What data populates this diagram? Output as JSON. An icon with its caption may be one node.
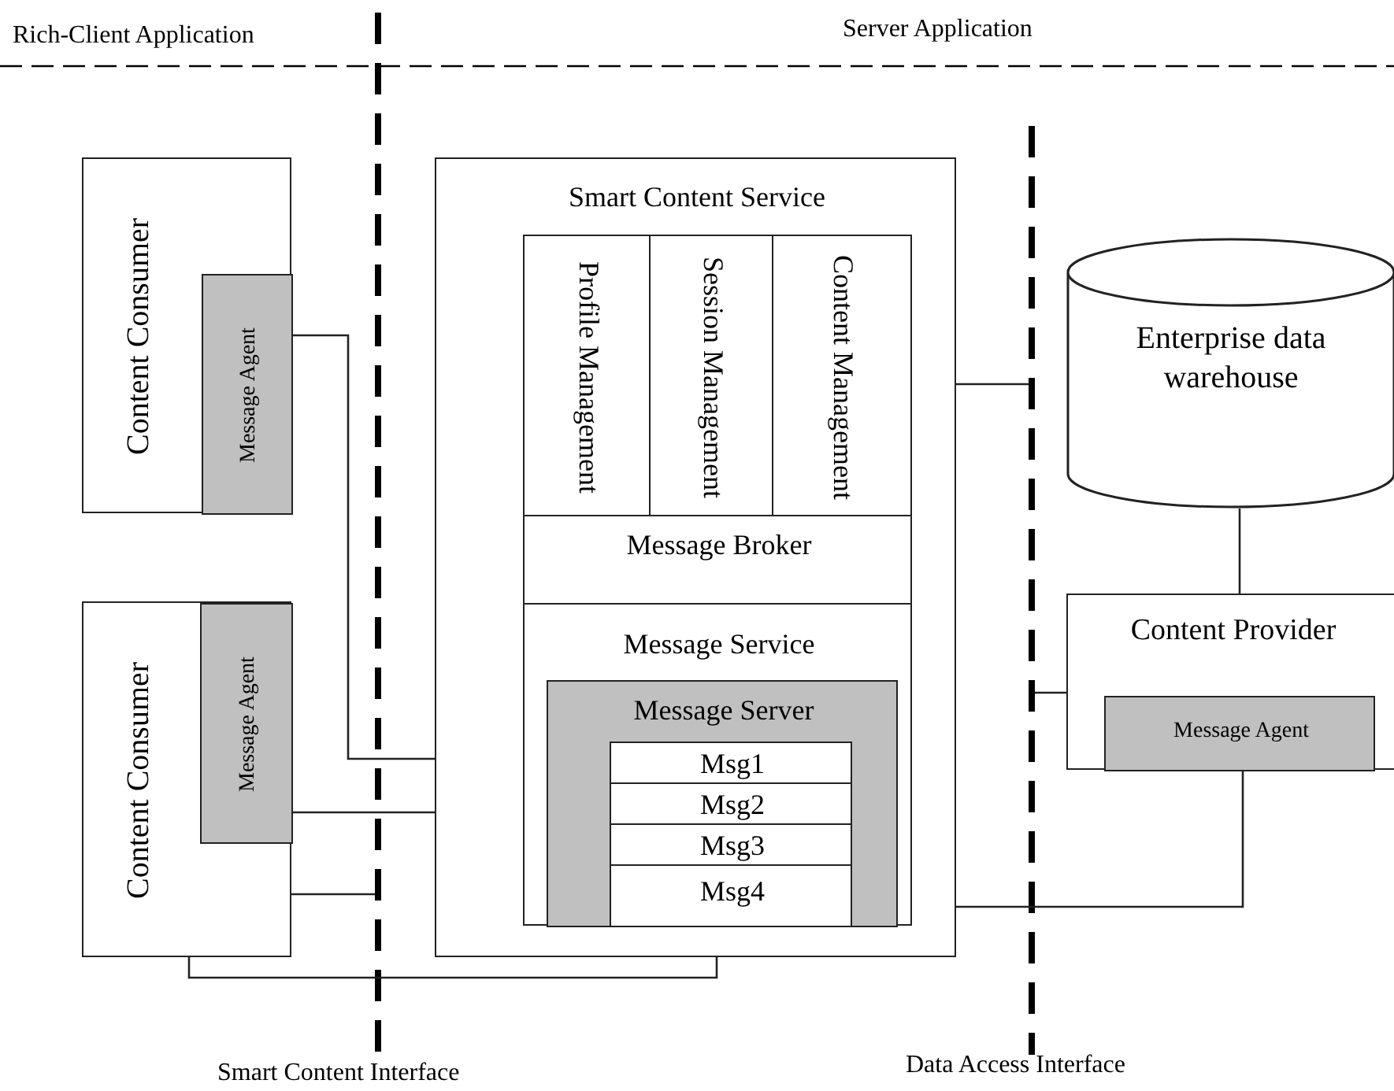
{
  "diagram": {
    "nodes": [
      {
        "text": [
          "Content Consumer"
        ]
      },
      {
        "text": [
          "Message Agent"
        ],
        "in": 0
      },
      {
        "text": [
          "Content Consumer"
        ]
      },
      {
        "text": [
          "Message Agent"
        ],
        "in": 2
      },
      {
        "text": [
          "Smart Content Service"
        ]
      },
      {
        "text": [
          "Profile Management"
        ],
        "in": 4
      },
      {
        "text": [
          "Session Management"
        ],
        "in": 4
      },
      {
        "text": [
          "Content Management"
        ],
        "in": 4
      },
      {
        "text": [
          "Message Broker"
        ],
        "in": 4
      },
      {
        "text": [
          "Message Service"
        ],
        "in": 4
      },
      {
        "text": [
          "Message Server"
        ],
        "in": 9
      },
      {
        "text": [
          "Msg1"
        ],
        "in": 10
      },
      {
        "text": [
          "Msg2"
        ],
        "in": 10
      },
      {
        "text": [
          "Msg3"
        ],
        "in": 10
      },
      {
        "text": [
          "Msg4"
        ],
        "in": 10
      },
      {
        "text": [
          "Enterprise data warehouse"
        ]
      },
      {
        "text": [
          "Content Provider"
        ]
      },
      {
        "text": [
          "Message Agent"
        ],
        "in": 16
      }
    ],
    "edges": [
      {
        "from": 1,
        "to": 11,
        "arrow": "none"
      },
      {
        "from": 3,
        "to": 12,
        "arrow": "none"
      },
      {
        "from": 2,
        "to": null,
        "arrow": "none"
      },
      {
        "from": 2,
        "to": 14,
        "arrow": "none"
      },
      {
        "from": 7,
        "to": null,
        "arrow": "none"
      },
      {
        "from": 16,
        "to": null,
        "arrow": "none"
      },
      {
        "from": 15,
        "to": 16,
        "arrow": "none"
      },
      {
        "from": 14,
        "to": 17,
        "arrow": "none"
      }
    ],
    "labels": [
      "Rich-Client Application",
      "Server Application",
      "Smart Content Interface",
      "Data Access Interface"
    ]
  }
}
